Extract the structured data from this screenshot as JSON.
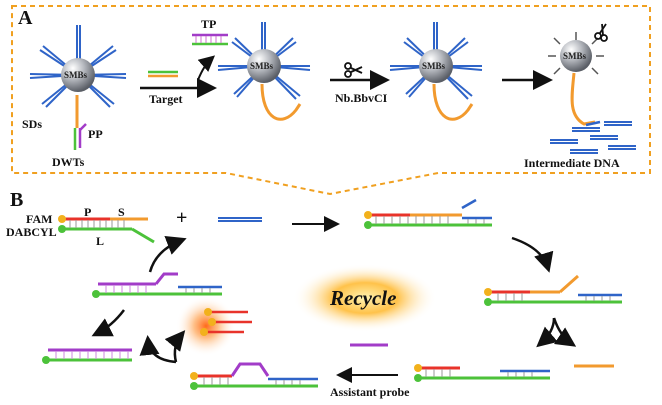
{
  "panel_a": {
    "label": "A",
    "sds": "SDs",
    "pp": "PP",
    "dwts": "DWTs",
    "tp": "TP",
    "target": "Target",
    "enzyme": "Nb.BbvCI",
    "intermediate": "Intermediate DNA",
    "smbs": "SMBs"
  },
  "panel_b": {
    "label": "B",
    "fam": "FAM",
    "dabcyl": "DABCYL",
    "p": "P",
    "s": "S",
    "l": "L",
    "plus": "+",
    "recycle": "Recycle",
    "assistant_probe": "Assistant probe"
  },
  "colors": {
    "blue": "#2f64c8",
    "orange": "#f29a2e",
    "red": "#e8332a",
    "green": "#4cc23a",
    "purple": "#a23cc8",
    "dashed_border": "#f0a020",
    "glow": "#ffd070"
  }
}
